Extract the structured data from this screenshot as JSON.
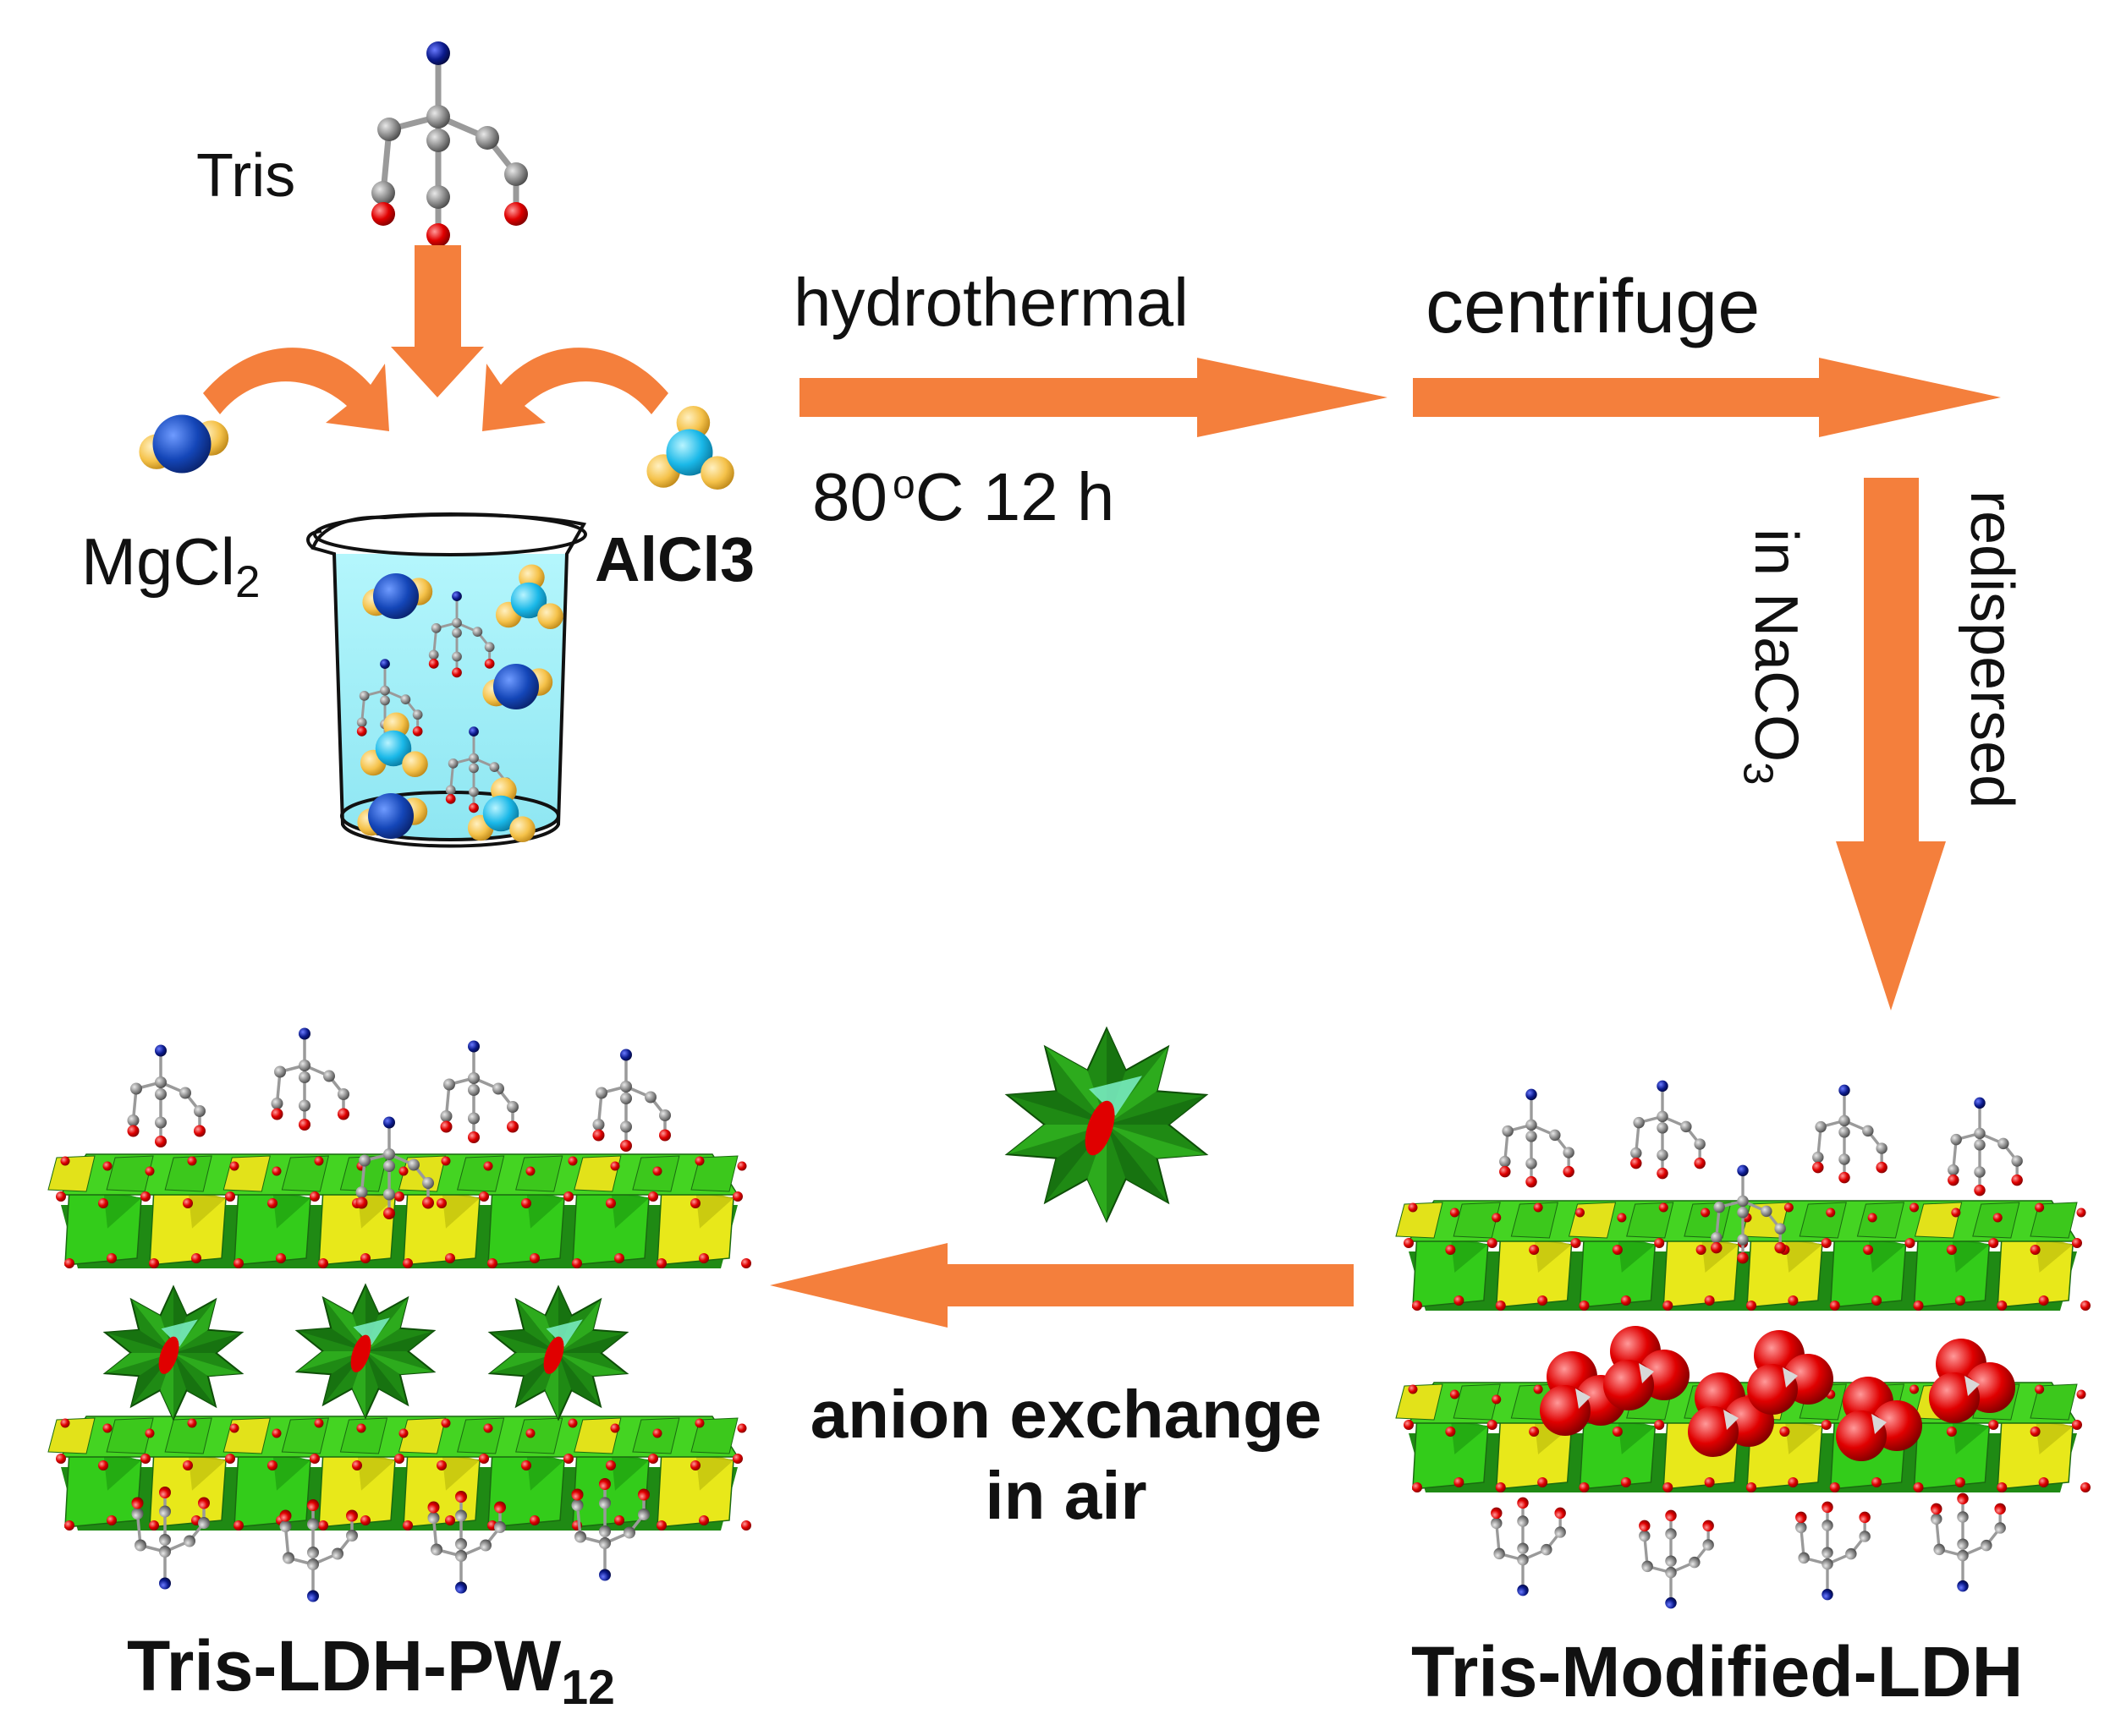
{
  "labels": {
    "tris": "Tris",
    "mgcl2_main": "MgCl",
    "mgcl2_sub": "2",
    "alcl3": "AlCl3",
    "hydrothermal": "hydrothermal",
    "temp_main": "80",
    "temp_sup": "o",
    "temp_rest": "C 12 h",
    "centrifuge": "centrifuge",
    "redispersed": "redispersed",
    "in_naco3_main": "in NaCO",
    "in_naco3_sub": "3",
    "anion_line1": "anion exchange",
    "anion_line2": "in air",
    "product_left_main": "Tris-LDH-PW",
    "product_left_sub": "12",
    "product_right": "Tris-Modified-LDH"
  },
  "colors": {
    "arrow": "#f47f3c",
    "water": "#a6f0f8",
    "layer_green": "#33cc1a",
    "layer_dark_green": "#1f8a14",
    "layer_yellow": "#e8e81a",
    "oxygen": "#e00000",
    "carbon": "#8a8a8a",
    "nitrogen": "#0b1a8c",
    "mg_blue": "#1446b8",
    "al_cyan": "#1ab8e8",
    "cl_yellow": "#f5c24a",
    "polyoxometalate": "#1f8a14"
  }
}
